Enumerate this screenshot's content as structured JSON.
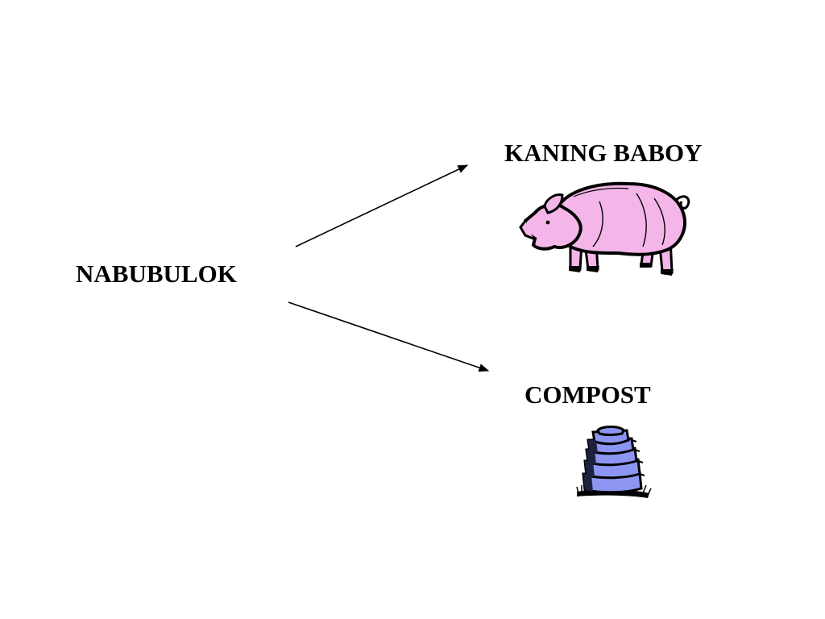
{
  "diagram": {
    "source": {
      "label": "NABUBULOK"
    },
    "targets": [
      {
        "label": "KANING BABOY",
        "icon": "pig-icon"
      },
      {
        "label": "COMPOST",
        "icon": "compost-bin-icon"
      }
    ]
  },
  "colors": {
    "background": "#ffffff",
    "text": "#000000",
    "arrow": "#000000",
    "pig": "#f4b6e8",
    "compost_bin": "#8c95f2"
  }
}
